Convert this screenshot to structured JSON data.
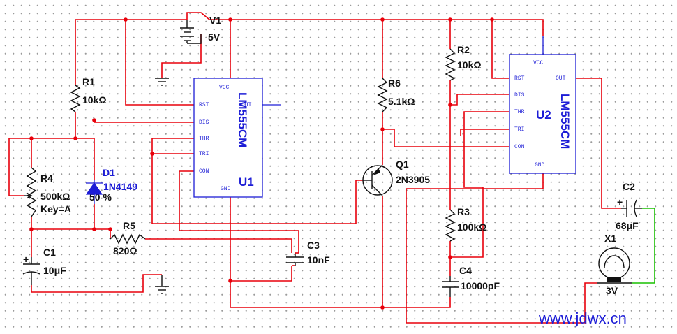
{
  "components": {
    "v1": {
      "ref": "V1",
      "value": "5V"
    },
    "r1": {
      "ref": "R1",
      "value": "10kΩ"
    },
    "r2": {
      "ref": "R2",
      "value": "10kΩ"
    },
    "r3": {
      "ref": "R3",
      "value": "100kΩ"
    },
    "r4": {
      "ref": "R4",
      "value": "500kΩ",
      "key": "Key=A",
      "percent": "50 %"
    },
    "r5": {
      "ref": "R5",
      "value": "820Ω"
    },
    "r6": {
      "ref": "R6",
      "value": "5.1kΩ"
    },
    "d1": {
      "ref": "D1",
      "value": "1N4149"
    },
    "c1": {
      "ref": "C1",
      "value": "10μF"
    },
    "c2": {
      "ref": "C2",
      "value": "68μF"
    },
    "c3": {
      "ref": "C3",
      "value": "10nF"
    },
    "c4": {
      "ref": "C4",
      "value": "10000pF"
    },
    "q1": {
      "ref": "Q1",
      "value": "2N3905"
    },
    "x1": {
      "ref": "X1",
      "value": "3V"
    },
    "u1": {
      "ref": "U1",
      "part": "LM555CM"
    },
    "u2": {
      "ref": "U2",
      "part": "LM555CM"
    }
  },
  "pins": {
    "vcc": "VCC",
    "rst": "RST",
    "dis": "DIS",
    "thr": "THR",
    "tri": "TRI",
    "con": "CON",
    "gnd": "GND",
    "out": "OUT"
  },
  "watermark": "www.jdwx.cn",
  "colors": {
    "wire": "#e8000b",
    "component": "#1d1dd6",
    "alt_wire": "#18c000"
  }
}
